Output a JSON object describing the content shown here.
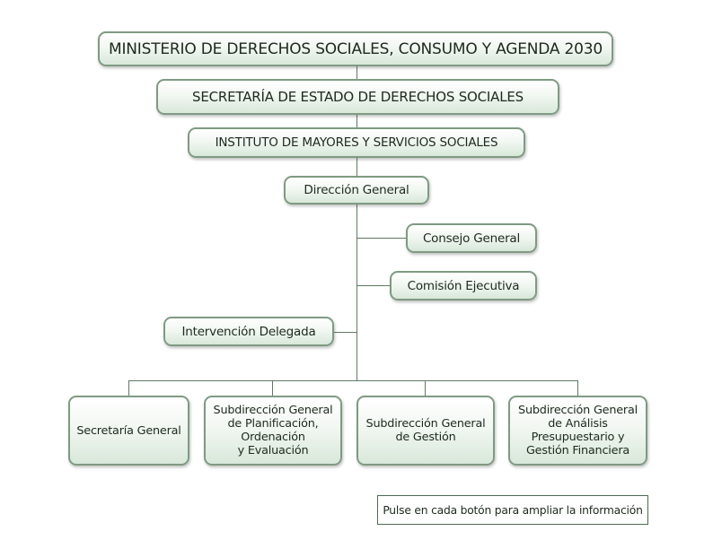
{
  "diagram": {
    "type": "org-chart",
    "colors": {
      "box_border": "#7f9a82",
      "box_gradient_top": "#ffffff",
      "box_gradient_bottom": "#d8e8da",
      "connector": "#5f7a63",
      "text": "#1d2a1d"
    },
    "nodes": {
      "ministerio": "MINISTERIO DE DERECHOS SOCIALES, CONSUMO Y AGENDA 2030",
      "secretaria_estado": "SECRETARÍA DE ESTADO DE DERECHOS SOCIALES",
      "instituto": "INSTITUTO DE MAYORES Y SERVICIOS SOCIALES",
      "direccion_general": "Dirección General",
      "consejo_general": "Consejo General",
      "comision_ejecutiva": "Comisión Ejecutiva",
      "intervencion_delegada": "Intervención Delegada",
      "secretaria_general": "Secretaría General",
      "sg_planificacion": [
        "Subdirección General",
        "de Planificación,",
        "Ordenación",
        "y Evaluación"
      ],
      "sg_gestion": [
        "Subdirección General",
        "de Gestión"
      ],
      "sg_analisis": [
        "Subdirección General",
        "de Análisis",
        "Presupuestario y",
        "Gestión Financiera"
      ]
    },
    "edges": [
      [
        "ministerio",
        "secretaria_estado"
      ],
      [
        "secretaria_estado",
        "instituto"
      ],
      [
        "instituto",
        "direccion_general"
      ],
      [
        "direccion_general",
        "consejo_general"
      ],
      [
        "direccion_general",
        "comision_ejecutiva"
      ],
      [
        "direccion_general",
        "intervencion_delegada"
      ],
      [
        "direccion_general",
        "secretaria_general"
      ],
      [
        "direccion_general",
        "sg_planificacion"
      ],
      [
        "direccion_general",
        "sg_gestion"
      ],
      [
        "direccion_general",
        "sg_analisis"
      ]
    ],
    "note": "Pulse en cada botón para ampliar la información"
  }
}
